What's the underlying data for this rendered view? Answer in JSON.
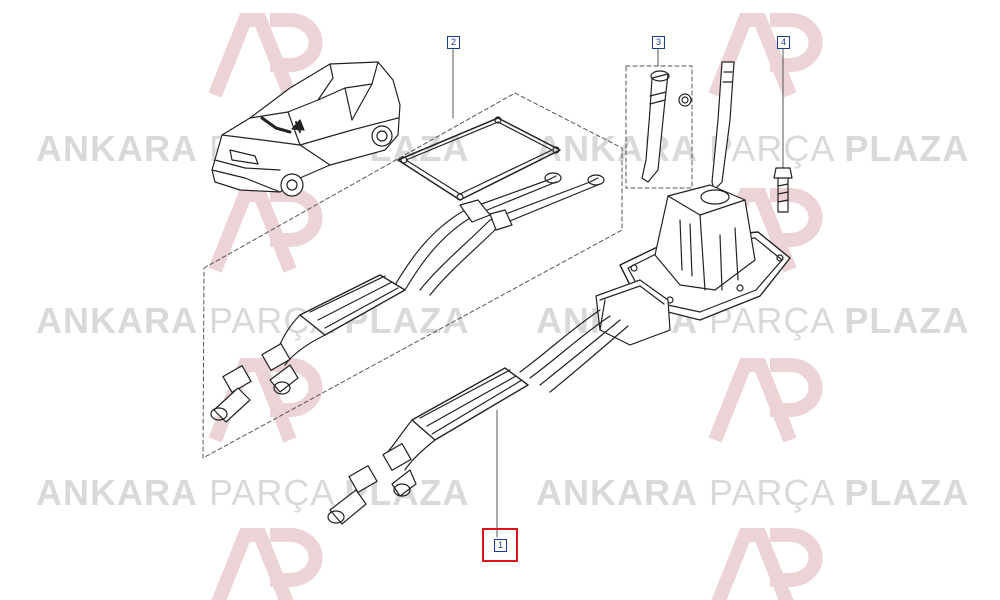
{
  "watermark": {
    "word1": "ANKARA",
    "word2": "PARÇA",
    "word3": "PLAZA",
    "color": "#d9d9d9",
    "logo_color": "#e9c9cb"
  },
  "callouts": [
    {
      "label": "2"
    },
    {
      "label": "3"
    },
    {
      "label": "4"
    },
    {
      "label": "1"
    }
  ],
  "highlight_color": "#d9141b",
  "callout_color": "#1a3c8c"
}
